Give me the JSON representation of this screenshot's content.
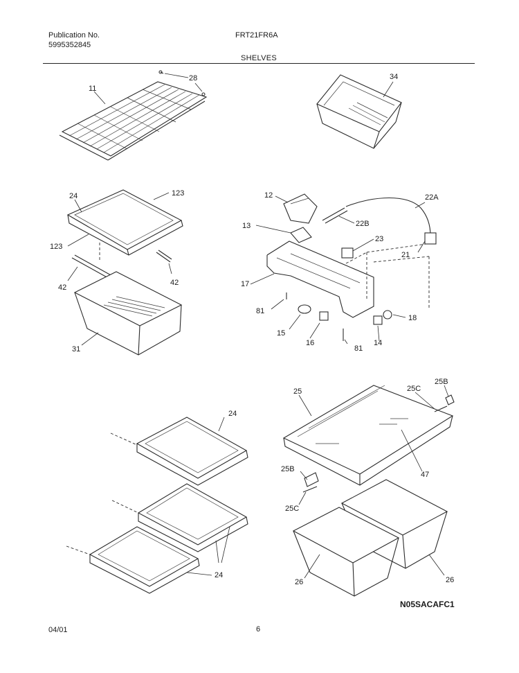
{
  "header": {
    "publication_label": "Publication No.",
    "publication_number": "5995352845",
    "model": "FRT21FR6A",
    "section": "SHELVES"
  },
  "callouts": {
    "c11": "11",
    "c28": "28",
    "c34": "34",
    "c24a": "24",
    "c123a": "123",
    "c123b": "123",
    "c42a": "42",
    "c42b": "42",
    "c31": "31",
    "c12": "12",
    "c13": "13",
    "c17": "17",
    "c81a": "81",
    "c15": "15",
    "c16": "16",
    "c81b": "81",
    "c14": "14",
    "c18": "18",
    "c21": "21",
    "c22A": "22A",
    "c22B": "22B",
    "c23": "23",
    "c24b": "24",
    "c24c": "24",
    "c25": "25",
    "c25C_top": "25C",
    "c25B_top": "25B",
    "c47": "47",
    "c25B_bot": "25B",
    "c25C_bot": "25C",
    "c26a": "26",
    "c26b": "26"
  },
  "diagram_code": "N05SACAFC1",
  "footer": {
    "date": "04/01",
    "page": "6"
  }
}
